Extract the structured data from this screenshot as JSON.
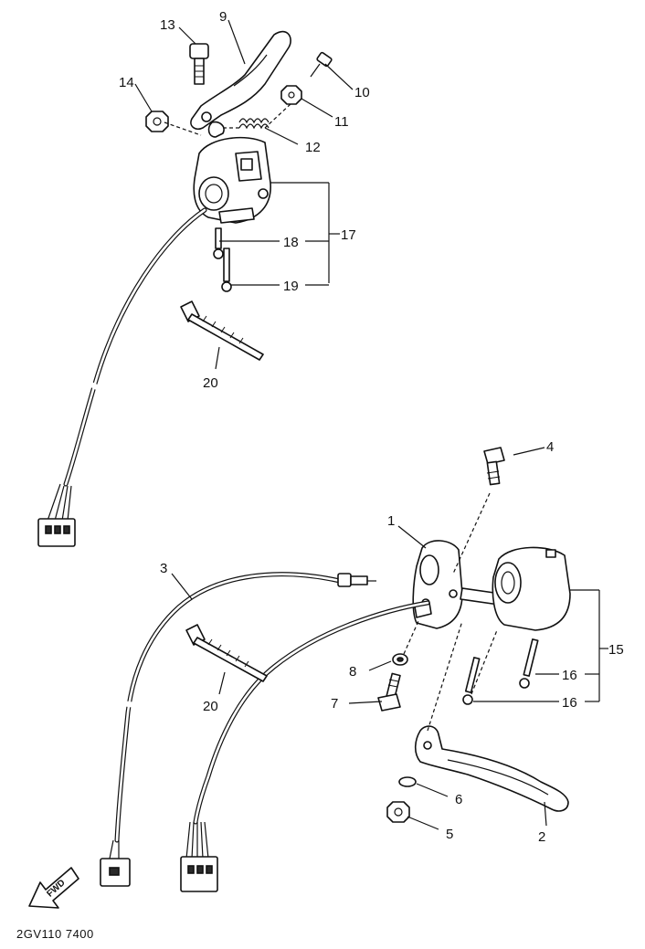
{
  "callouts": {
    "c1": "1",
    "c2": "2",
    "c3": "3",
    "c4": "4",
    "c5": "5",
    "c6": "6",
    "c7": "7",
    "c8": "8",
    "c9": "9",
    "c10": "10",
    "c11": "11",
    "c12": "12",
    "c13": "13",
    "c14": "14",
    "c15": "15",
    "c16a": "16",
    "c16b": "16",
    "c17": "17",
    "c18": "18",
    "c19": "19",
    "c20a": "20",
    "c20b": "20"
  },
  "fwd_label": "FWD",
  "diagram_code": "2GV110 7400"
}
